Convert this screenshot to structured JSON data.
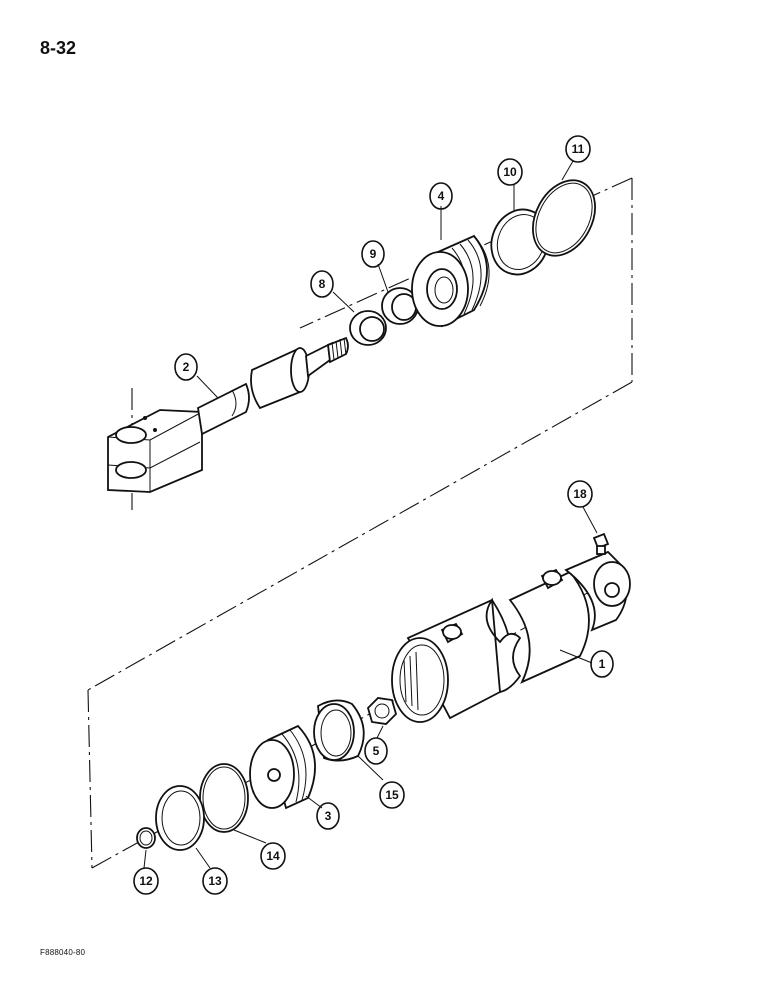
{
  "page": {
    "number": "8-32",
    "figure_code": "F888040-80"
  },
  "callouts": [
    {
      "id": "1",
      "label": "1"
    },
    {
      "id": "2",
      "label": "2"
    },
    {
      "id": "3",
      "label": "3"
    },
    {
      "id": "4",
      "label": "4"
    },
    {
      "id": "5",
      "label": "5"
    },
    {
      "id": "8",
      "label": "8"
    },
    {
      "id": "9",
      "label": "9"
    },
    {
      "id": "10",
      "label": "10"
    },
    {
      "id": "11",
      "label": "11"
    },
    {
      "id": "12",
      "label": "12"
    },
    {
      "id": "13",
      "label": "13"
    },
    {
      "id": "14",
      "label": "14"
    },
    {
      "id": "15",
      "label": "15"
    },
    {
      "id": "18",
      "label": "18"
    }
  ]
}
